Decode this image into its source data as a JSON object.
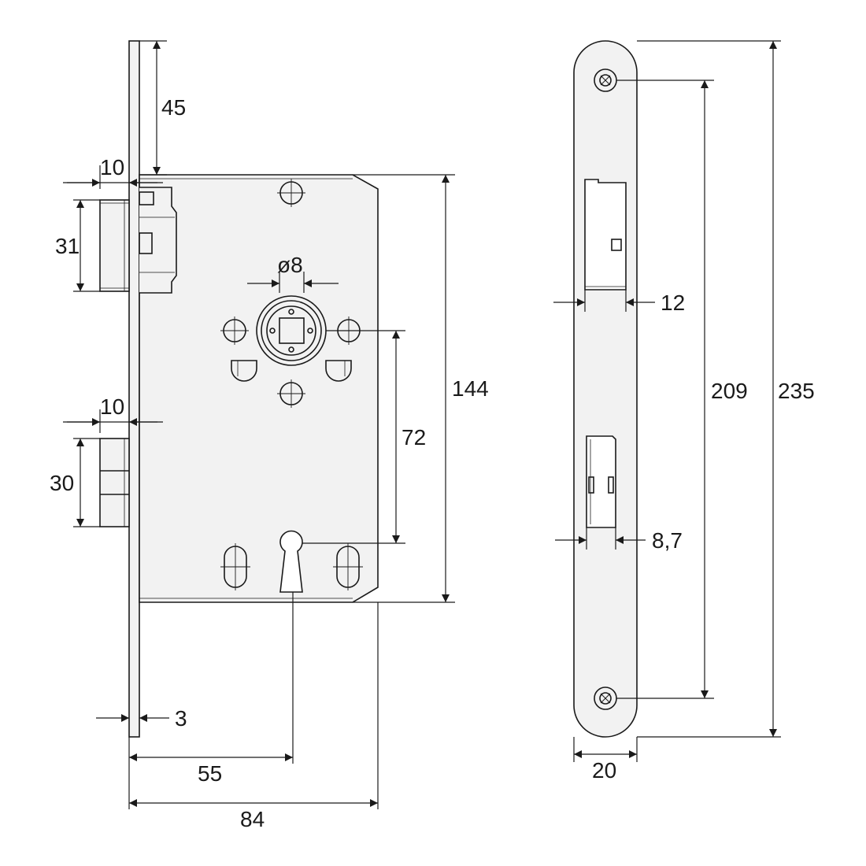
{
  "colors": {
    "line": "#1a1a1a",
    "fill": "#f2f2f2",
    "background": "#ffffff"
  },
  "dimensions": {
    "faceplate_top_offset": "45",
    "latch_projection": "10",
    "latch_height": "31",
    "spindle_diameter": "ø8",
    "backset_distance": "72",
    "case_height": "144",
    "bolt_projection": "10",
    "bolt_height": "30",
    "faceplate_thickness": "3",
    "backset": "55",
    "case_depth": "84",
    "latch_cutout_width": "12",
    "screw_spacing": "209",
    "faceplate_length": "235",
    "bolt_cutout_width": "8,7",
    "faceplate_width": "20"
  }
}
